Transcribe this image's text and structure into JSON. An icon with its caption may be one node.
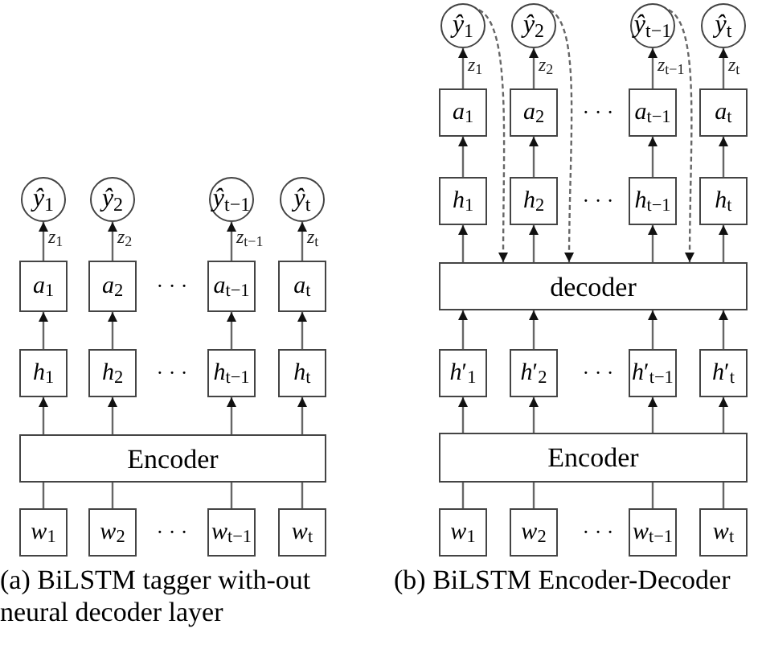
{
  "diagram": {
    "nodes": [
      {
        "text": [
          "*ŷ*$_{1}$"
        ]
      },
      {
        "text": [
          "*ŷ*$_{2}$"
        ]
      },
      {
        "text": [
          "*ŷ*$_{t−1}$"
        ]
      },
      {
        "text": [
          "*ŷ*$_{t}$"
        ]
      },
      {
        "text": [
          "*a*$_{1}$"
        ]
      },
      {
        "text": [
          "*a*$_{2}$"
        ]
      },
      {
        "text": [
          "*a*$_{t−1}$"
        ]
      },
      {
        "text": [
          "*a*$_{t}$"
        ]
      },
      {
        "text": [
          "*h*$_{1}$"
        ]
      },
      {
        "text": [
          "*h*$_{2}$"
        ]
      },
      {
        "text": [
          "*h*$_{t−1}$"
        ]
      },
      {
        "text": [
          "*h*$_{t}$"
        ]
      },
      {
        "text": [
          "Encoder"
        ]
      },
      {
        "text": [
          "*w*$_{1}$"
        ]
      },
      {
        "text": [
          "*w*$_{2}$"
        ]
      },
      {
        "text": [
          "*w*$_{t−1}$"
        ]
      },
      {
        "text": [
          "*w*$_{t}$"
        ]
      },
      {
        "text": [
          "*ŷ*$_{1}$"
        ]
      },
      {
        "text": [
          "*ŷ*$_{2}$"
        ]
      },
      {
        "text": [
          "*ŷ*$_{t−1}$"
        ]
      },
      {
        "text": [
          "*ŷ*$_{t}$"
        ]
      },
      {
        "text": [
          "*a*$_{1}$"
        ]
      },
      {
        "text": [
          "*a*$_{2}$"
        ]
      },
      {
        "text": [
          "*a*$_{t−1}$"
        ]
      },
      {
        "text": [
          "*a*$_{t}$"
        ]
      },
      {
        "text": [
          "*h*$_{1}$"
        ]
      },
      {
        "text": [
          "*h*$_{2}$"
        ]
      },
      {
        "text": [
          "*h*$_{t−1}$"
        ]
      },
      {
        "text": [
          "*h*$_{t}$"
        ]
      },
      {
        "text": [
          "decoder"
        ]
      },
      {
        "text": [
          "*h*′$_{1}$"
        ]
      },
      {
        "text": [
          "*h*′$_{2}$"
        ]
      },
      {
        "text": [
          "*h*′$_{t−1}$"
        ]
      },
      {
        "text": [
          "*h*′$_{t}$"
        ]
      },
      {
        "text": [
          "Encoder"
        ]
      },
      {
        "text": [
          "*w*$_{1}$"
        ]
      },
      {
        "text": [
          "*w*$_{2}$"
        ]
      },
      {
        "text": [
          "*w*$_{t−1}$"
        ]
      },
      {
        "text": [
          "*w*$_{t}$"
        ]
      }
    ],
    "edges": [
      {
        "from": 4,
        "to": 0,
        "arrow": "to",
        "label": "*z*$_{1}$"
      },
      {
        "from": 5,
        "to": 1,
        "arrow": "to",
        "label": "*z*$_{2}$"
      },
      {
        "from": 6,
        "to": 2,
        "arrow": "to",
        "label": "*z*$_{t−1}$"
      },
      {
        "from": 7,
        "to": 3,
        "arrow": "to",
        "label": "*z*$_{t}$"
      },
      {
        "from": 8,
        "to": 4,
        "arrow": "to"
      },
      {
        "from": 9,
        "to": 5,
        "arrow": "to"
      },
      {
        "from": 10,
        "to": 6,
        "arrow": "to"
      },
      {
        "from": 11,
        "to": 7,
        "arrow": "to"
      },
      {
        "from": 12,
        "to": 8,
        "arrow": "to"
      },
      {
        "from": 12,
        "to": 9,
        "arrow": "to"
      },
      {
        "from": 12,
        "to": 10,
        "arrow": "to"
      },
      {
        "from": 12,
        "to": 11,
        "arrow": "to"
      },
      {
        "from": 13,
        "to": 12,
        "arrow": "none"
      },
      {
        "from": 14,
        "to": 12,
        "arrow": "none"
      },
      {
        "from": 15,
        "to": 12,
        "arrow": "none"
      },
      {
        "from": 16,
        "to": 12,
        "arrow": "none"
      },
      {
        "from": 21,
        "to": 17,
        "arrow": "to",
        "label": "*z*$_{1}$"
      },
      {
        "from": 22,
        "to": 18,
        "arrow": "to",
        "label": "*z*$_{2}$"
      },
      {
        "from": 23,
        "to": 19,
        "arrow": "to",
        "label": "*z*$_{t−1}$"
      },
      {
        "from": 24,
        "to": 20,
        "arrow": "to",
        "label": "*z*$_{t}$"
      },
      {
        "from": 25,
        "to": 21,
        "arrow": "to"
      },
      {
        "from": 26,
        "to": 22,
        "arrow": "to"
      },
      {
        "from": 27,
        "to": 23,
        "arrow": "to"
      },
      {
        "from": 28,
        "to": 24,
        "arrow": "to"
      },
      {
        "from": 29,
        "to": 25,
        "arrow": "to"
      },
      {
        "from": 29,
        "to": 26,
        "arrow": "to"
      },
      {
        "from": 29,
        "to": 27,
        "arrow": "to"
      },
      {
        "from": 29,
        "to": 28,
        "arrow": "to"
      },
      {
        "from": 30,
        "to": 29,
        "arrow": "to"
      },
      {
        "from": 31,
        "to": 29,
        "arrow": "to"
      },
      {
        "from": 32,
        "to": 29,
        "arrow": "to"
      },
      {
        "from": 33,
        "to": 29,
        "arrow": "to"
      },
      {
        "from": 34,
        "to": 30,
        "arrow": "to"
      },
      {
        "from": 34,
        "to": 31,
        "arrow": "to"
      },
      {
        "from": 34,
        "to": 32,
        "arrow": "to"
      },
      {
        "from": 34,
        "to": 33,
        "arrow": "to"
      },
      {
        "from": 35,
        "to": 34,
        "arrow": "none"
      },
      {
        "from": 36,
        "to": 34,
        "arrow": "none"
      },
      {
        "from": 37,
        "to": 34,
        "arrow": "none"
      },
      {
        "from": 38,
        "to": 34,
        "arrow": "none"
      },
      {
        "from": 17,
        "to": 29,
        "arrow": "to",
        "style": "dashed"
      },
      {
        "from": 18,
        "to": 29,
        "arrow": "to",
        "style": "dashed"
      },
      {
        "from": 19,
        "to": 29,
        "arrow": "to",
        "style": "dashed"
      }
    ],
    "labels": [
      "· · ·",
      "· · ·",
      "· · ·",
      "· · ·",
      "· · ·",
      "· · ·",
      "· · ·",
      "(a) BiLSTM tagger with-out neural decoder layer",
      "(b) BiLSTM Encoder-Decoder"
    ]
  }
}
